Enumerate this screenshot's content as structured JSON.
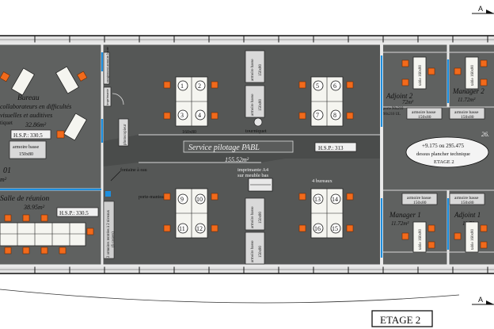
{
  "sheet_label": "ETAGE 2",
  "section_marks": [
    "A",
    "A"
  ],
  "hsp_labels": {
    "left": "H.S.P.: 330.5",
    "center": "H.S.P.: 313",
    "meeting": "H.S.P.: 330.5"
  },
  "rooms": {
    "bureau": {
      "title": "Bureau",
      "desc1": "collaborateurs en difficultés",
      "desc2": "visuelles et auditives",
      "area": "32.86m²",
      "partial": "tiquet"
    },
    "meeting": {
      "title": "Salle de réunion",
      "area": "38.95m²"
    },
    "left_id": {
      "number": "01",
      "area": "m²"
    },
    "service": {
      "title": "Service pilotage PABL",
      "area": "155.52m²"
    },
    "adjoint2": {
      "title": "Adjoint 2",
      "area": "72m²"
    },
    "manager2": {
      "title": "Manager 2",
      "area": "11.72m²"
    },
    "manager1": {
      "title": "Manager 1",
      "area": "11.72m²"
    },
    "adjoint1": {
      "title": "Adjoint 1",
      "area": "11.72"
    },
    "right_partial": "26."
  },
  "furniture": {
    "armoire_basse": "armoire basse",
    "dim_150": "150x80",
    "table_160": "table 160x80",
    "table_dim": "160x80",
    "rangement": "rangement armoire haute",
    "photocopieur": "photocopieur",
    "imprimante": "imprimante",
    "tourniquet": "tourniquet",
    "imprimante_a4": "imprimante A4",
    "sur_meuble": "sur meuble bas",
    "quatre_bureaux": "4 bureaux",
    "fontaine": "fontaine à eau",
    "porte_manteau": "porte-manteau",
    "armoires_note": "2 armoires rentrées à 2 niveaux",
    "armoires_note2": "(6 casiers)",
    "porte_ouvrant": "porte 90x210",
    "porte_ouvrant2": "90x210 UL",
    "table_left": "table 160x80"
  },
  "desk_numbers": [
    "1",
    "2",
    "3",
    "4",
    "5",
    "6",
    "7",
    "8",
    "9",
    "10",
    "11",
    "12",
    "13",
    "14",
    "15",
    "16"
  ],
  "elevation_note": {
    "line1": "+9.175 ou 295.475",
    "line2": "dessus plancher technique",
    "line3": "ETAGE 2"
  }
}
